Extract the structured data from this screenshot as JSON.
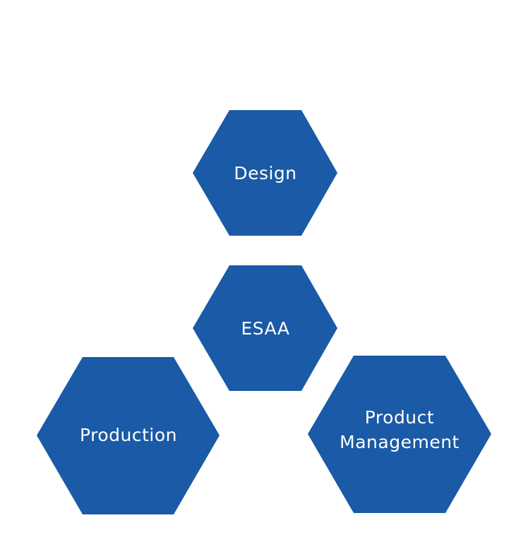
{
  "diagram": {
    "fill_color": "#1a5aa6",
    "text_color": "#ffffff",
    "nodes": {
      "design": {
        "label": "Design"
      },
      "esaa": {
        "label": "ESAA"
      },
      "production": {
        "label": "Production"
      },
      "product_management": {
        "label_line1": "Product",
        "label_line2": "Management"
      }
    }
  }
}
